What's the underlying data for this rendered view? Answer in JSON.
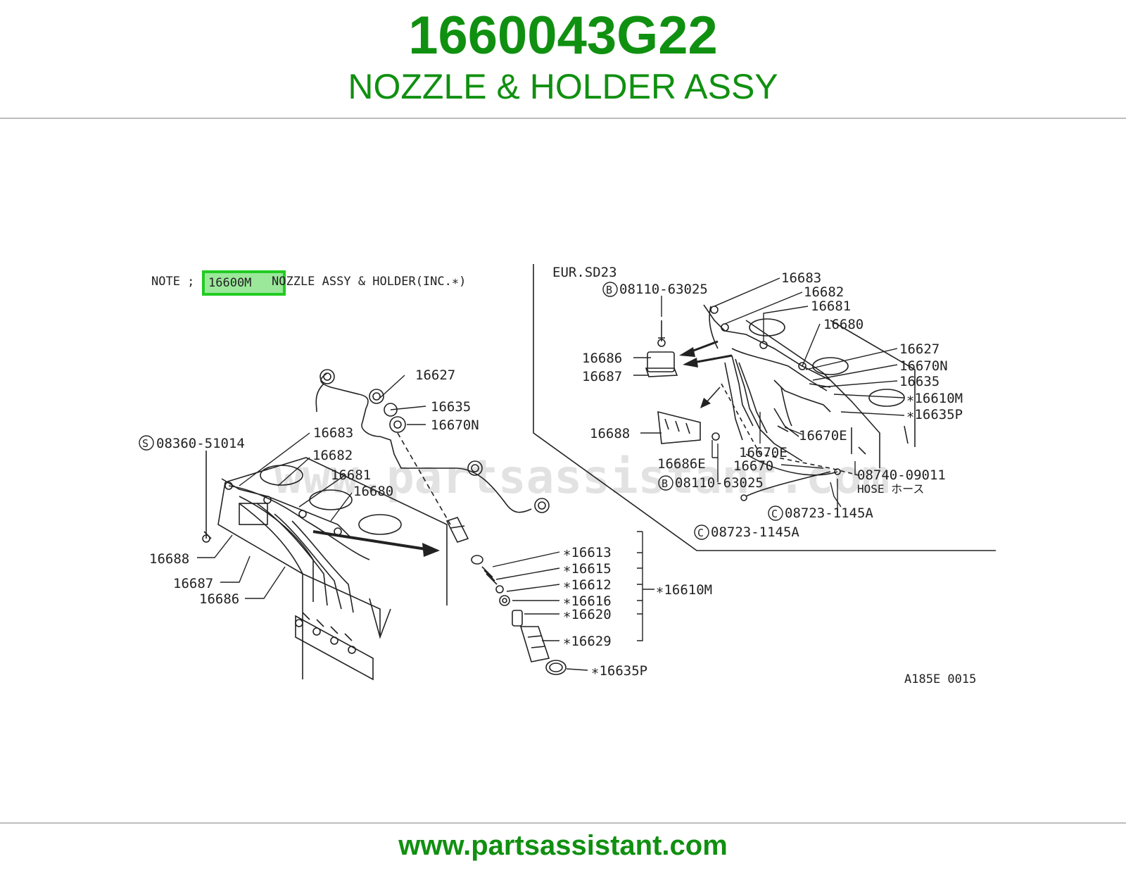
{
  "header": {
    "part_number": "1660043G22",
    "part_name": "NOZZLE & HOLDER ASSY"
  },
  "footer": {
    "url": "www.partsassistant.com"
  },
  "watermark": "www.partsassistant.com",
  "colors": {
    "brand_green": "#109010",
    "highlight_green": "#22cc22",
    "highlight_fill": "#9be89b",
    "line": "#222222"
  },
  "diagram": {
    "note_prefix": "NOTE ;",
    "note_highlight": "16600M",
    "note_suffix": "NOZZLE ASSY & HOLDER(INC.∗)",
    "figure_code": "A185E 0015",
    "left_labels": {
      "l16627": "16627",
      "l16635": "16635",
      "l16670N": "16670N",
      "l16683": "16683",
      "l08360": "08360-51014",
      "l08360_mark": "S",
      "l16682": "16682",
      "l16681": "16681",
      "l16680": "16680",
      "l16688": "16688",
      "l16687": "16687",
      "l16686": "16686",
      "l16613": "∗16613",
      "l16615": "∗16615",
      "l16612": "∗16612",
      "l16616": "∗16616",
      "l16620": "∗16620",
      "l16629": "∗16629",
      "l16635P": "∗16635P",
      "l16610M": "∗16610M"
    },
    "right_labels": {
      "r_variant": "EUR.SD23",
      "r08110a": "08110-63025",
      "r08110a_mark": "B",
      "r16683": "16683",
      "r16682": "16682",
      "r16681": "16681",
      "r16680": "16680",
      "r16686": "16686",
      "r16687": "16687",
      "r16627": "16627",
      "r16670N": "16670N",
      "r16635": "16635",
      "r16610M": "∗16610M",
      "r16635P": "∗16635P",
      "r16688": "16688",
      "r16670E_a": "16670E",
      "r16670E_b": "16670E",
      "r16686E": "16686E",
      "r16670": "16670",
      "r08110b": "08110-63025",
      "r08110b_mark": "B",
      "r08740": "08740-09011",
      "r_hose": "HOSE ホース",
      "r08723a": "08723-1145A",
      "r08723a_mark": "C",
      "r08723b": "08723-1145A",
      "r08723b_mark": "C"
    }
  }
}
